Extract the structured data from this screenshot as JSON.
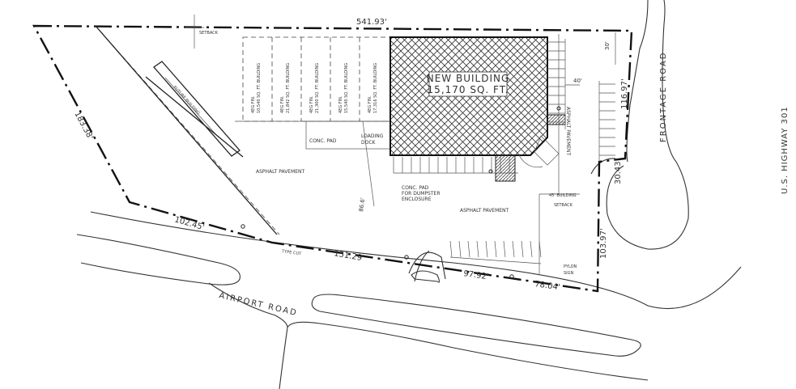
{
  "building": {
    "title": "NEW BUILDING",
    "area": "15,170 SQ. FT."
  },
  "roads": {
    "airport": "AIRPORT ROAD",
    "frontage": "FRONTAGE ROAD",
    "highway": "U.S.    HIGHWAY    301"
  },
  "dimensions": {
    "top": "541.93'",
    "left": "183.38'",
    "bottom_left": "102.45'",
    "front_mid": "151.29'",
    "front_right": "97.92'",
    "front_far": "78.04'",
    "right_lower": "103.97'",
    "right_mid": "30.43'",
    "right_upper": "116.97'",
    "inner": "86.6'",
    "small_top": "30'",
    "small_mid": "40'"
  },
  "labels": {
    "pavement_left": "ASPHALT PAVEMENT",
    "pavement_mid": "ASPHALT PAVEMENT",
    "pavement_right": "ASPHALT PAVEMENT",
    "conc_pad": "CONC. PAD",
    "loading_dock": [
      "LOADING",
      "DOCK"
    ],
    "dumpster": [
      "CONC. PAD",
      "FOR DUMPSTER",
      "ENCLOSURE"
    ],
    "setback": [
      "45' BUILDING",
      "SETBACK"
    ],
    "pylon_sign": [
      "PYLON",
      "SIGN"
    ],
    "curb_cut": "TYPE CUT",
    "future_building": "FUTURE BUILDING",
    "setback_top": "SETBACK"
  },
  "future_pads": [
    {
      "line1": "4EG FIN.",
      "line2": "10,540 SQ. FT. BUILDING"
    },
    {
      "line1": "4EG FIN.",
      "line2": "21,842 SQ. FT. BUILDING"
    },
    {
      "line1": "4EG FIN.",
      "line2": "21,300 SQ. FT. BUILDING"
    },
    {
      "line1": "4EG FIN.",
      "line2": "15,540 SQ. FT. BUILDING"
    },
    {
      "line1": "4EG FIN.",
      "line2": "17,316 SQ. FT. BUILDING"
    }
  ]
}
